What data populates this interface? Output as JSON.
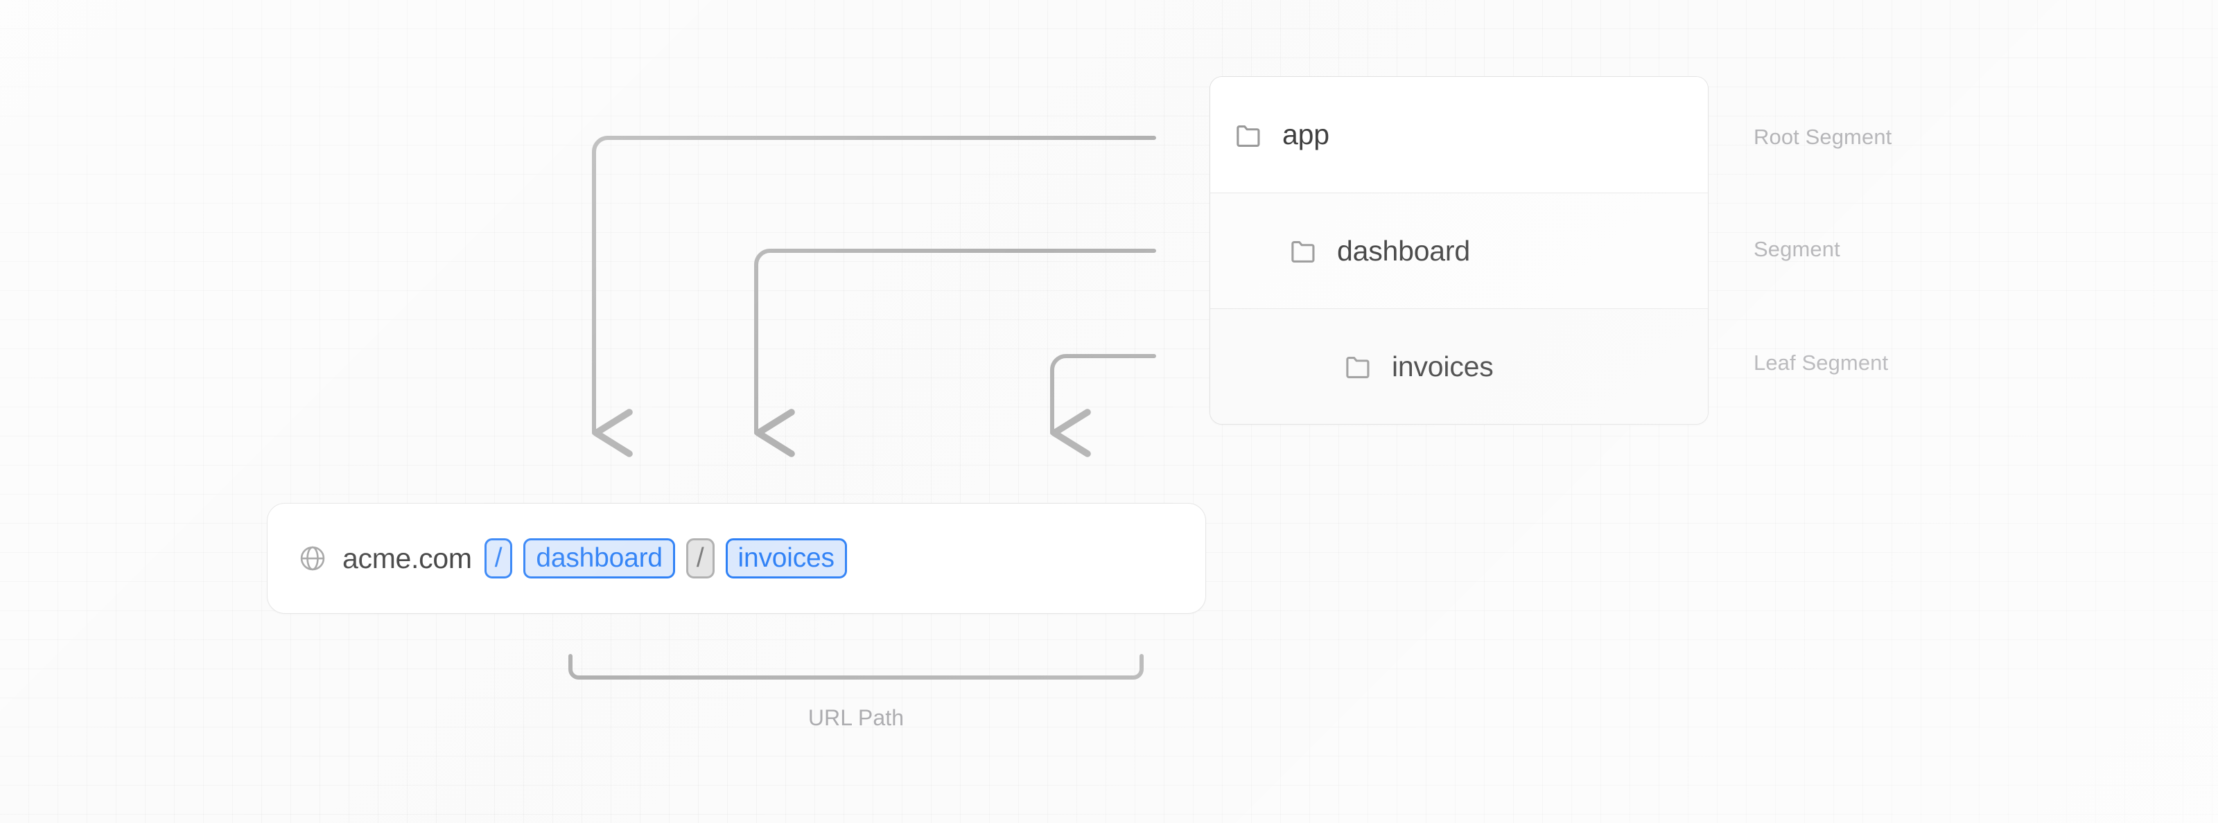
{
  "colors": {
    "background": "#fafafa",
    "grid_line": "rgba(0,0,0,0.035)",
    "card_border": "#dcdcdc",
    "connector": "#a8a8a8",
    "muted_text": "#9a9a9e",
    "primary_text": "#1c1c1c",
    "accent_blue": "#1672f5",
    "accent_blue_fill": "#d7e6fd",
    "chip_grey_border": "#a8a8a8",
    "chip_grey_fill": "#e2e2e2",
    "chip_grey_text": "#6e6e6e"
  },
  "tree": {
    "rows": [
      {
        "label": "app",
        "icon": "folder-icon",
        "depth": 0,
        "annotation": "Root Segment"
      },
      {
        "label": "dashboard",
        "icon": "folder-icon",
        "depth": 1,
        "annotation": "Segment"
      },
      {
        "label": "invoices",
        "icon": "folder-icon",
        "depth": 2,
        "annotation": "Leaf Segment"
      }
    ]
  },
  "annotations": {
    "root": "Root Segment",
    "segment": "Segment",
    "leaf": "Leaf Segment"
  },
  "url_bar": {
    "icon": "globe-icon",
    "host": "acme.com",
    "chips": [
      {
        "text": "/",
        "style": "blue",
        "kind": "slash"
      },
      {
        "text": "dashboard",
        "style": "blue",
        "kind": "segment"
      },
      {
        "text": "/",
        "style": "grey",
        "kind": "slash"
      },
      {
        "text": "invoices",
        "style": "blue",
        "kind": "segment"
      }
    ]
  },
  "bracket": {
    "caption": "URL Path"
  },
  "connectors": [
    {
      "from": "app-row",
      "to": "chip-slash-1",
      "label": "root-to-slash"
    },
    {
      "from": "dashboard-row",
      "to": "chip-dashboard",
      "label": "segment-to-chip"
    },
    {
      "from": "invoices-row",
      "to": "chip-invoices",
      "label": "leaf-to-chip"
    }
  ]
}
